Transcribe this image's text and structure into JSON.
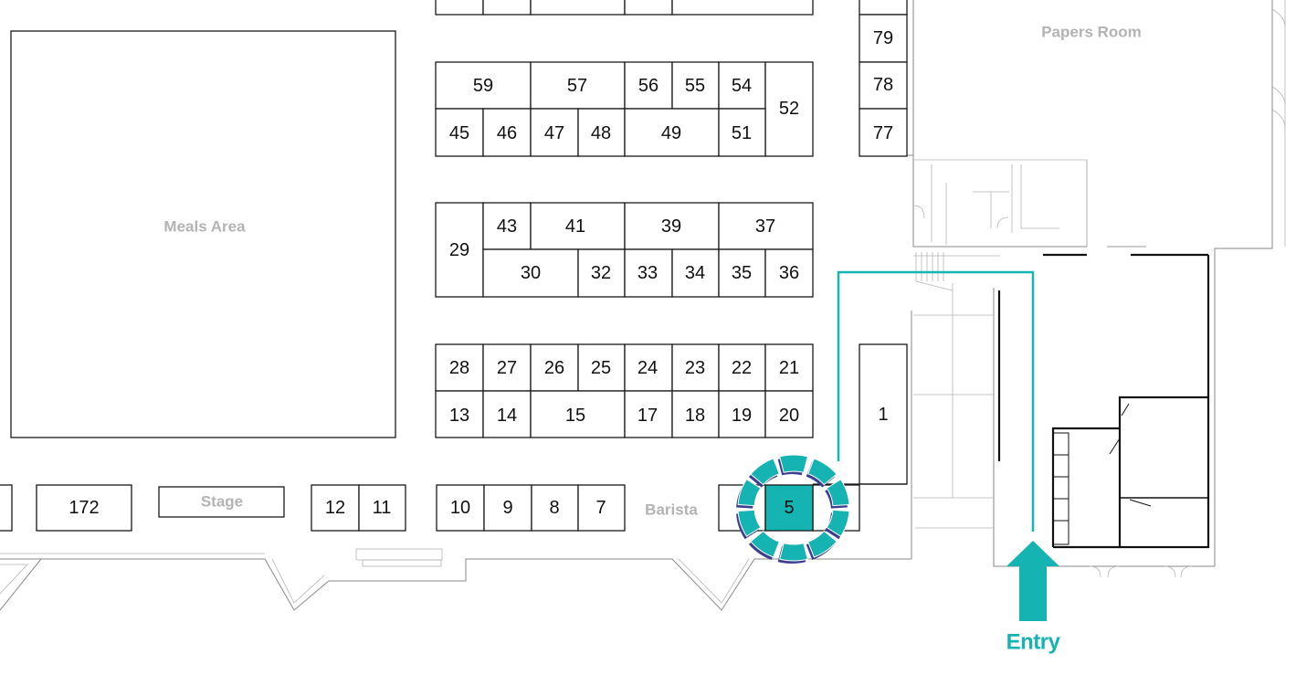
{
  "areas": {
    "meals": "Meals Area",
    "papers": "Papers Room",
    "stage": "Stage",
    "barista": "Barista"
  },
  "booths": {
    "b59": "59",
    "b57": "57",
    "b56": "56",
    "b55": "55",
    "b54": "54",
    "b52": "52",
    "b45": "45",
    "b46": "46",
    "b47": "47",
    "b48": "48",
    "b49": "49",
    "b51": "51",
    "b43": "43",
    "b41": "41",
    "b39": "39",
    "b37": "37",
    "b29": "29",
    "b30": "30",
    "b32": "32",
    "b33": "33",
    "b34": "34",
    "b35": "35",
    "b36": "36",
    "b28": "28",
    "b27": "27",
    "b26": "26",
    "b25": "25",
    "b24": "24",
    "b23": "23",
    "b22": "22",
    "b21": "21",
    "b13": "13",
    "b14": "14",
    "b15": "15",
    "b17": "17",
    "b18": "18",
    "b19": "19",
    "b20": "20",
    "b79": "79",
    "b78": "78",
    "b77": "77",
    "b1": "1",
    "b172": "172",
    "b12": "12",
    "b11": "11",
    "b10": "10",
    "b9": "9",
    "b8": "8",
    "b7": "7",
    "b5": "5"
  },
  "highlight": {
    "booth": "5",
    "color": "#15b3b1",
    "ring_color": "#3b3f8f"
  },
  "entry": {
    "label": "Entry",
    "color": "#15b3b1"
  }
}
